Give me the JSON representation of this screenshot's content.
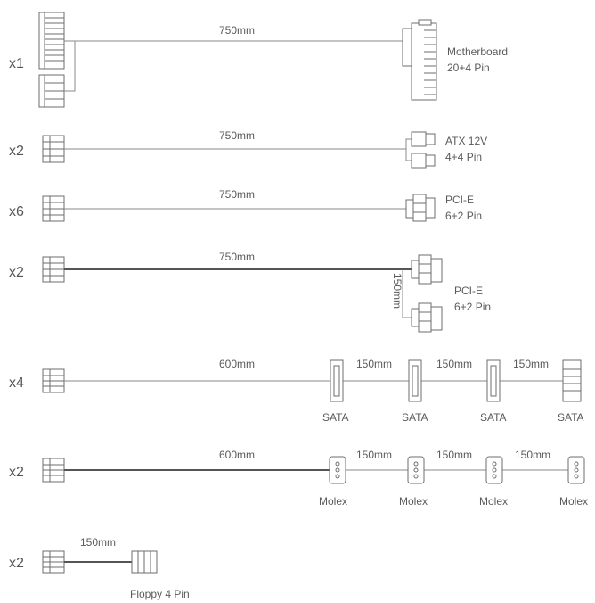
{
  "cables": [
    {
      "quantity": "x1",
      "length": "750mm",
      "connector": "Motherboard",
      "pins": "20+4 Pin"
    },
    {
      "quantity": "x2",
      "length": "750mm",
      "connector": "ATX 12V",
      "pins": "4+4 Pin"
    },
    {
      "quantity": "x6",
      "length": "750mm",
      "connector": "PCI-E",
      "pins": "6+2 Pin"
    },
    {
      "quantity": "x2",
      "length": "750mm",
      "branch_length": "150mm",
      "connector": "PCI-E",
      "pins": "6+2 Pin"
    },
    {
      "quantity": "x4",
      "length": "600mm",
      "segments": [
        "150mm",
        "150mm",
        "150mm"
      ],
      "connector_labels": [
        "SATA",
        "SATA",
        "SATA",
        "SATA"
      ]
    },
    {
      "quantity": "x2",
      "length": "600mm",
      "segments": [
        "150mm",
        "150mm",
        "150mm"
      ],
      "connector_labels": [
        "Molex",
        "Molex",
        "Molex",
        "Molex"
      ]
    },
    {
      "quantity": "x2",
      "length": "150mm",
      "connector": "Floppy 4 Pin"
    }
  ]
}
